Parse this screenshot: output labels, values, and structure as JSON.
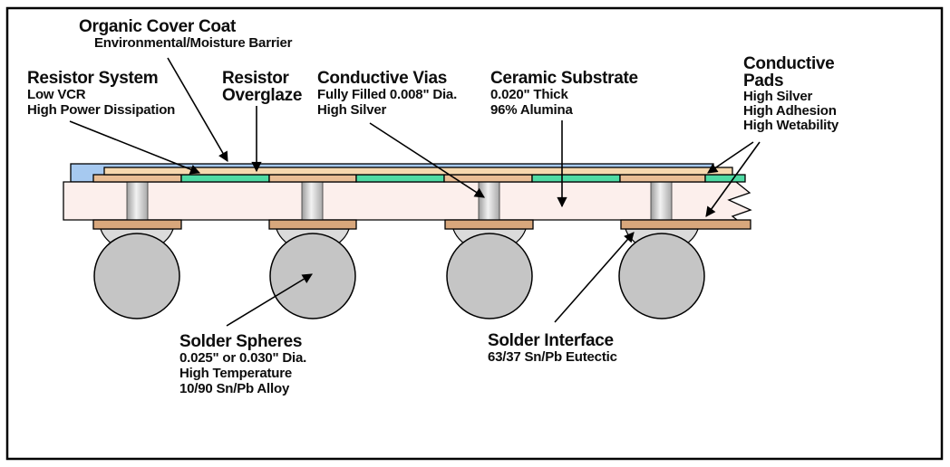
{
  "diagram": {
    "kind": "substrate cross-section diagram"
  },
  "labels": {
    "organic_cover_coat": {
      "title": "Organic Cover Coat",
      "sub1": "Environmental/Moisture Barrier"
    },
    "resistor_system": {
      "title": "Resistor System",
      "sub1": "Low VCR",
      "sub2": "High Power Dissipation"
    },
    "resistor_overglaze": {
      "title_line1": "Resistor",
      "title_line2": "Overglaze"
    },
    "conductive_vias": {
      "title": "Conductive Vias",
      "sub1": "Fully Filled 0.008\" Dia.",
      "sub2": "High Silver"
    },
    "ceramic_substrate": {
      "title": "Ceramic Substrate",
      "sub1": "0.020\" Thick",
      "sub2": "96% Alumina"
    },
    "conductive_pads": {
      "title_line1": "Conductive",
      "title_line2": "Pads",
      "sub1": "High Silver",
      "sub2": "High Adhesion",
      "sub3": "High Wetability"
    },
    "solder_spheres": {
      "title": "Solder Spheres",
      "sub1": "0.025\" or 0.030\" Dia.",
      "sub2": "High Temperature",
      "sub3": "10/90 Sn/Pb Alloy"
    },
    "solder_interface": {
      "title": "Solder Interface",
      "sub1": "63/37 Sn/Pb Eutectic"
    }
  },
  "colors": {
    "cover_coat": "#A6C9F0",
    "overglaze": "#F6D8AE",
    "pad_top": "#E9BE95",
    "resistor_green": "#4FDBA4",
    "substrate": "#FCEFEC",
    "pad_bottom": "#D8A77C",
    "via_edge": "#9C9C9C",
    "via_center": "#F2F2F2",
    "sphere": "#C5C5C5",
    "fillet": "#DBDBDB",
    "outline": "#000000"
  }
}
